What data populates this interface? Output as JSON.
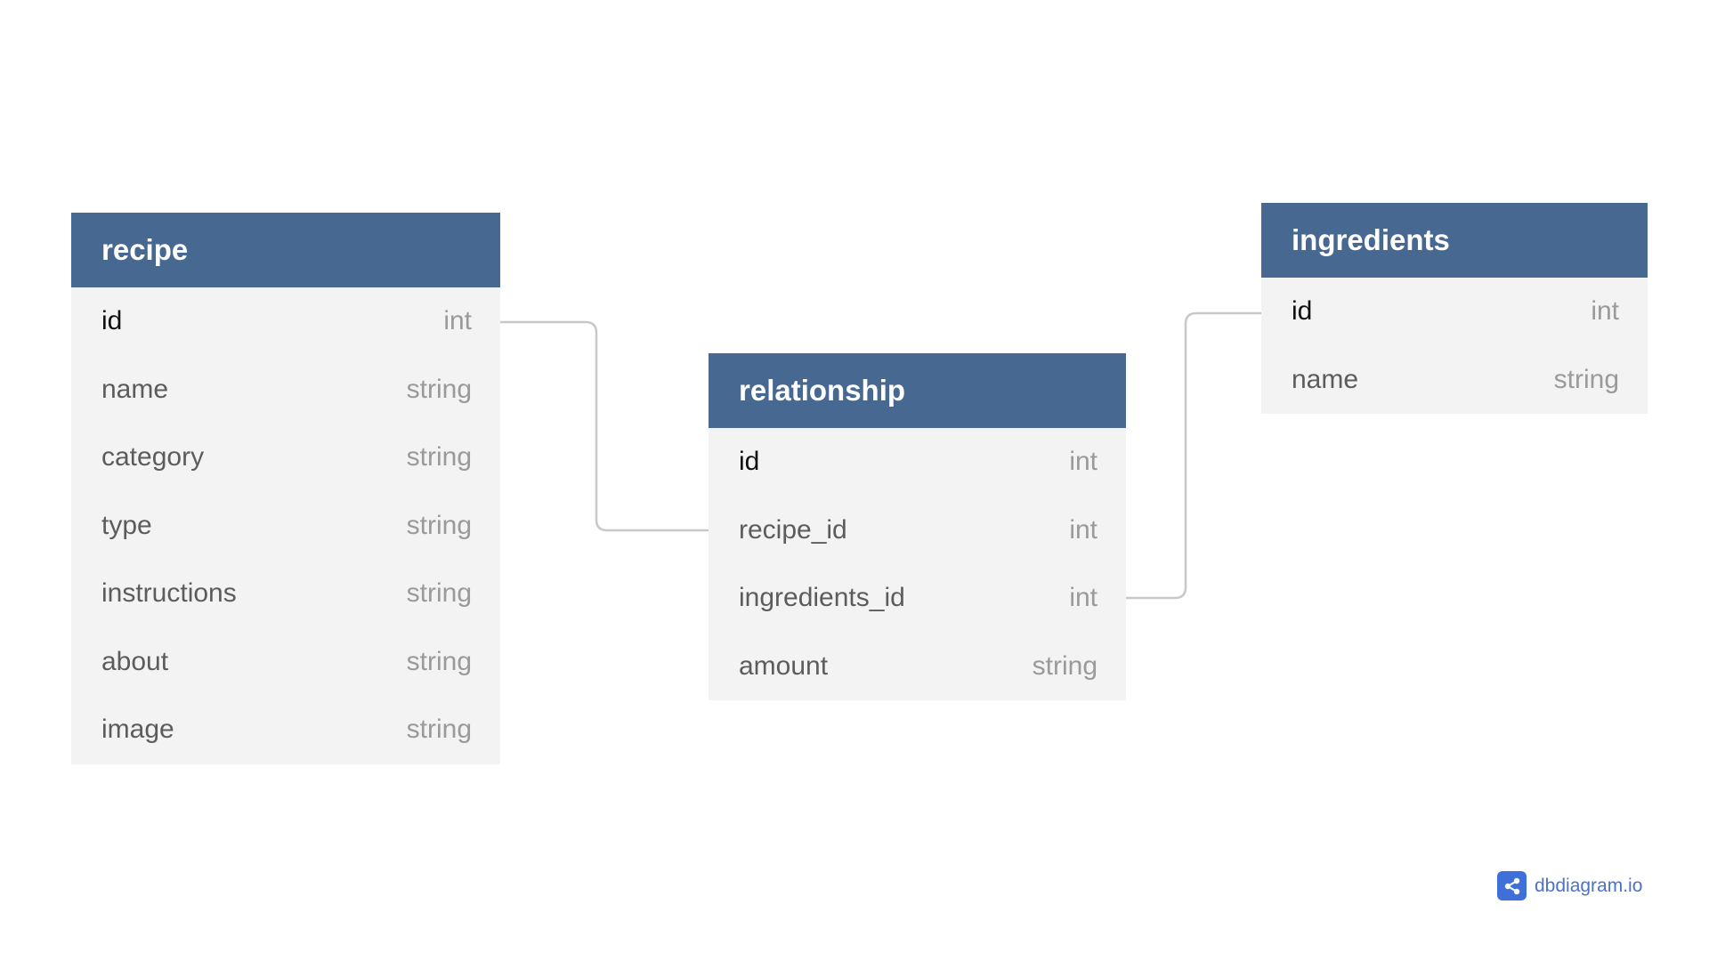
{
  "tables": {
    "recipe": {
      "name": "recipe",
      "fields": [
        {
          "name": "id",
          "type": "int"
        },
        {
          "name": "name",
          "type": "string"
        },
        {
          "name": "category",
          "type": "string"
        },
        {
          "name": "type",
          "type": "string"
        },
        {
          "name": "instructions",
          "type": "string"
        },
        {
          "name": "about",
          "type": "string"
        },
        {
          "name": "image",
          "type": "string"
        }
      ]
    },
    "relationship": {
      "name": "relationship",
      "fields": [
        {
          "name": "id",
          "type": "int"
        },
        {
          "name": "recipe_id",
          "type": "int"
        },
        {
          "name": "ingredients_id",
          "type": "int"
        },
        {
          "name": "amount",
          "type": "string"
        }
      ]
    },
    "ingredients": {
      "name": "ingredients",
      "fields": [
        {
          "name": "id",
          "type": "int"
        },
        {
          "name": "name",
          "type": "string"
        }
      ]
    }
  },
  "relations": [
    {
      "from": "recipe.id",
      "to": "relationship.recipe_id"
    },
    {
      "from": "relationship.ingredients_id",
      "to": "ingredients.id"
    }
  ],
  "brand": {
    "text": "dbdiagram.io",
    "icon": "share-icon"
  },
  "colors": {
    "header": "#476891",
    "header_text": "#ffffff",
    "body": "#f3f3f3",
    "connector": "#c8c8c8",
    "brand": "#3f6fd8"
  }
}
